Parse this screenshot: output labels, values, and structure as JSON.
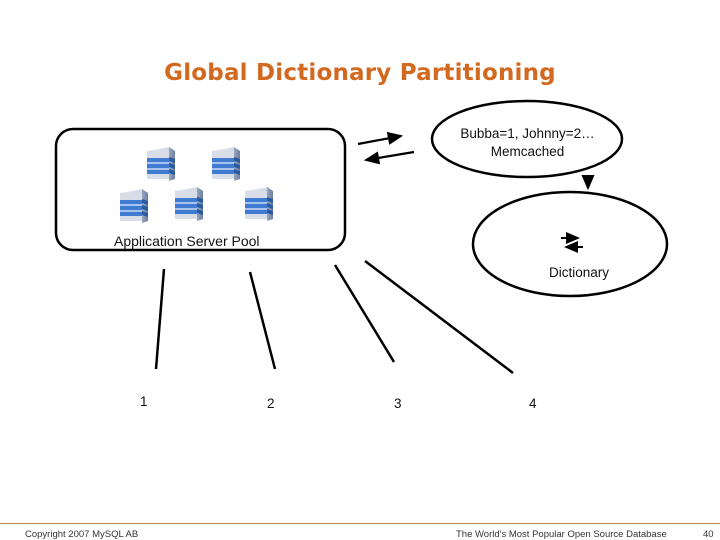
{
  "slide": {
    "title": "Global Dictionary Partitioning",
    "accent_color": "#d2691e",
    "footer_rule_color": "#b08a48"
  },
  "diagram": {
    "server_pool": {
      "label": "Application Server Pool",
      "server_count": 5,
      "server_icon": "database-server-icon"
    },
    "memcached": {
      "line1": "Bubba=1, Johnny=2…",
      "line2": "Memcached"
    },
    "dictionary": {
      "label": "Dictionary",
      "icon": "swap-arrows-icon"
    },
    "partitions": [
      {
        "label": "1"
      },
      {
        "label": "2"
      },
      {
        "label": "3"
      },
      {
        "label": "4"
      }
    ]
  },
  "footer": {
    "copyright": "Copyright 2007 MySQL AB",
    "tagline": "The World's Most Popular Open Source Database",
    "page_number": "40"
  }
}
